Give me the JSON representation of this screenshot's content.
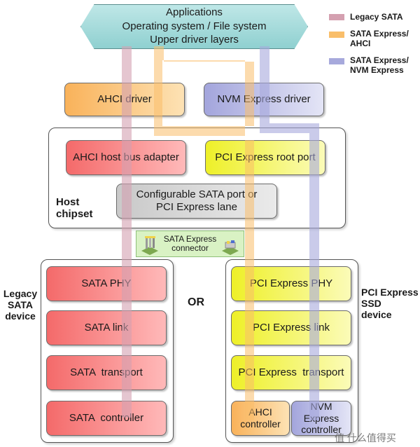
{
  "colors": {
    "legacy_sata": "#d4a0b0",
    "sata_express_ahci": "#f9be6a",
    "sata_express_nvme": "#a7a9dc"
  },
  "top_box": {
    "line1": "Applications",
    "line2": "Operating system / File system",
    "line3": "Upper driver layers"
  },
  "legend": {
    "legacy_sata": "Legacy SATA",
    "sata_express_ahci_l1": "SATA Express/",
    "sata_express_ahci_l2": "AHCI",
    "sata_express_nvme_l1": "SATA Express/",
    "sata_express_nvme_l2": "NVM Express"
  },
  "drivers": {
    "ahci": "AHCI driver",
    "nvme": "NVM Express driver"
  },
  "host": {
    "label_l1": "Host",
    "label_l2": "chipset",
    "ahci_hba": "AHCI host bus adapter",
    "pcie_root": "PCI Express root port",
    "config_l1": "Configurable SATA port or",
    "config_l2": "PCI Express lane"
  },
  "connector": {
    "label_l1": "SATA Express",
    "label_l2": "connector"
  },
  "or_label": "OR",
  "legacy_device": {
    "label_l1": "Legacy",
    "label_l2": "SATA",
    "label_l3": "device",
    "phy": "SATA PHY",
    "link": "SATA link",
    "transport": "SATA  transport",
    "controller": "SATA  controller"
  },
  "pcie_device": {
    "label_l1": "PCI Express",
    "label_l2": "SSD",
    "label_l3": "device",
    "phy": "PCI Express PHY",
    "link": "PCI Express link",
    "transport": "PCI Express  transport",
    "ahci_ctrl_l1": "AHCI",
    "ahci_ctrl_l2": "controller",
    "nvme_ctrl_l1": "NVM Express",
    "nvme_ctrl_l2": "controller"
  },
  "watermark": "值 什么值得买"
}
